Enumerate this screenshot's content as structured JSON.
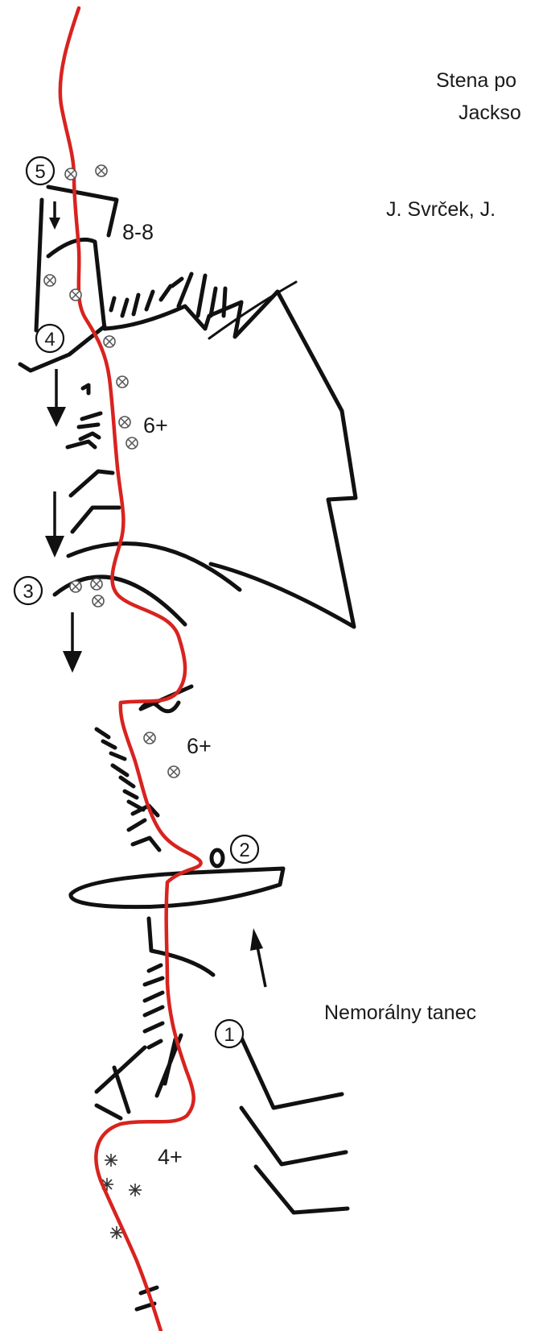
{
  "header": {
    "line1": "Stena po",
    "line2": "Jackso",
    "authors": "J. Svrček, J."
  },
  "neighbour_route": "Nemorálny tanec",
  "pitch_grades": [
    "8-8",
    "6+",
    "6+",
    "4+"
  ],
  "belays": [
    "1",
    "2",
    "3",
    "4",
    "5"
  ],
  "colors": {
    "route_line": "#d8231f",
    "rock_feature": "#111111",
    "bolt_symbol": "#555555"
  },
  "symbols": {
    "bolt": "circled-x-bolt-icon",
    "belay": "numbered-circle-belay-icon",
    "descent": "arrow-down-icon",
    "grass": "asterisk-grass-icon"
  }
}
